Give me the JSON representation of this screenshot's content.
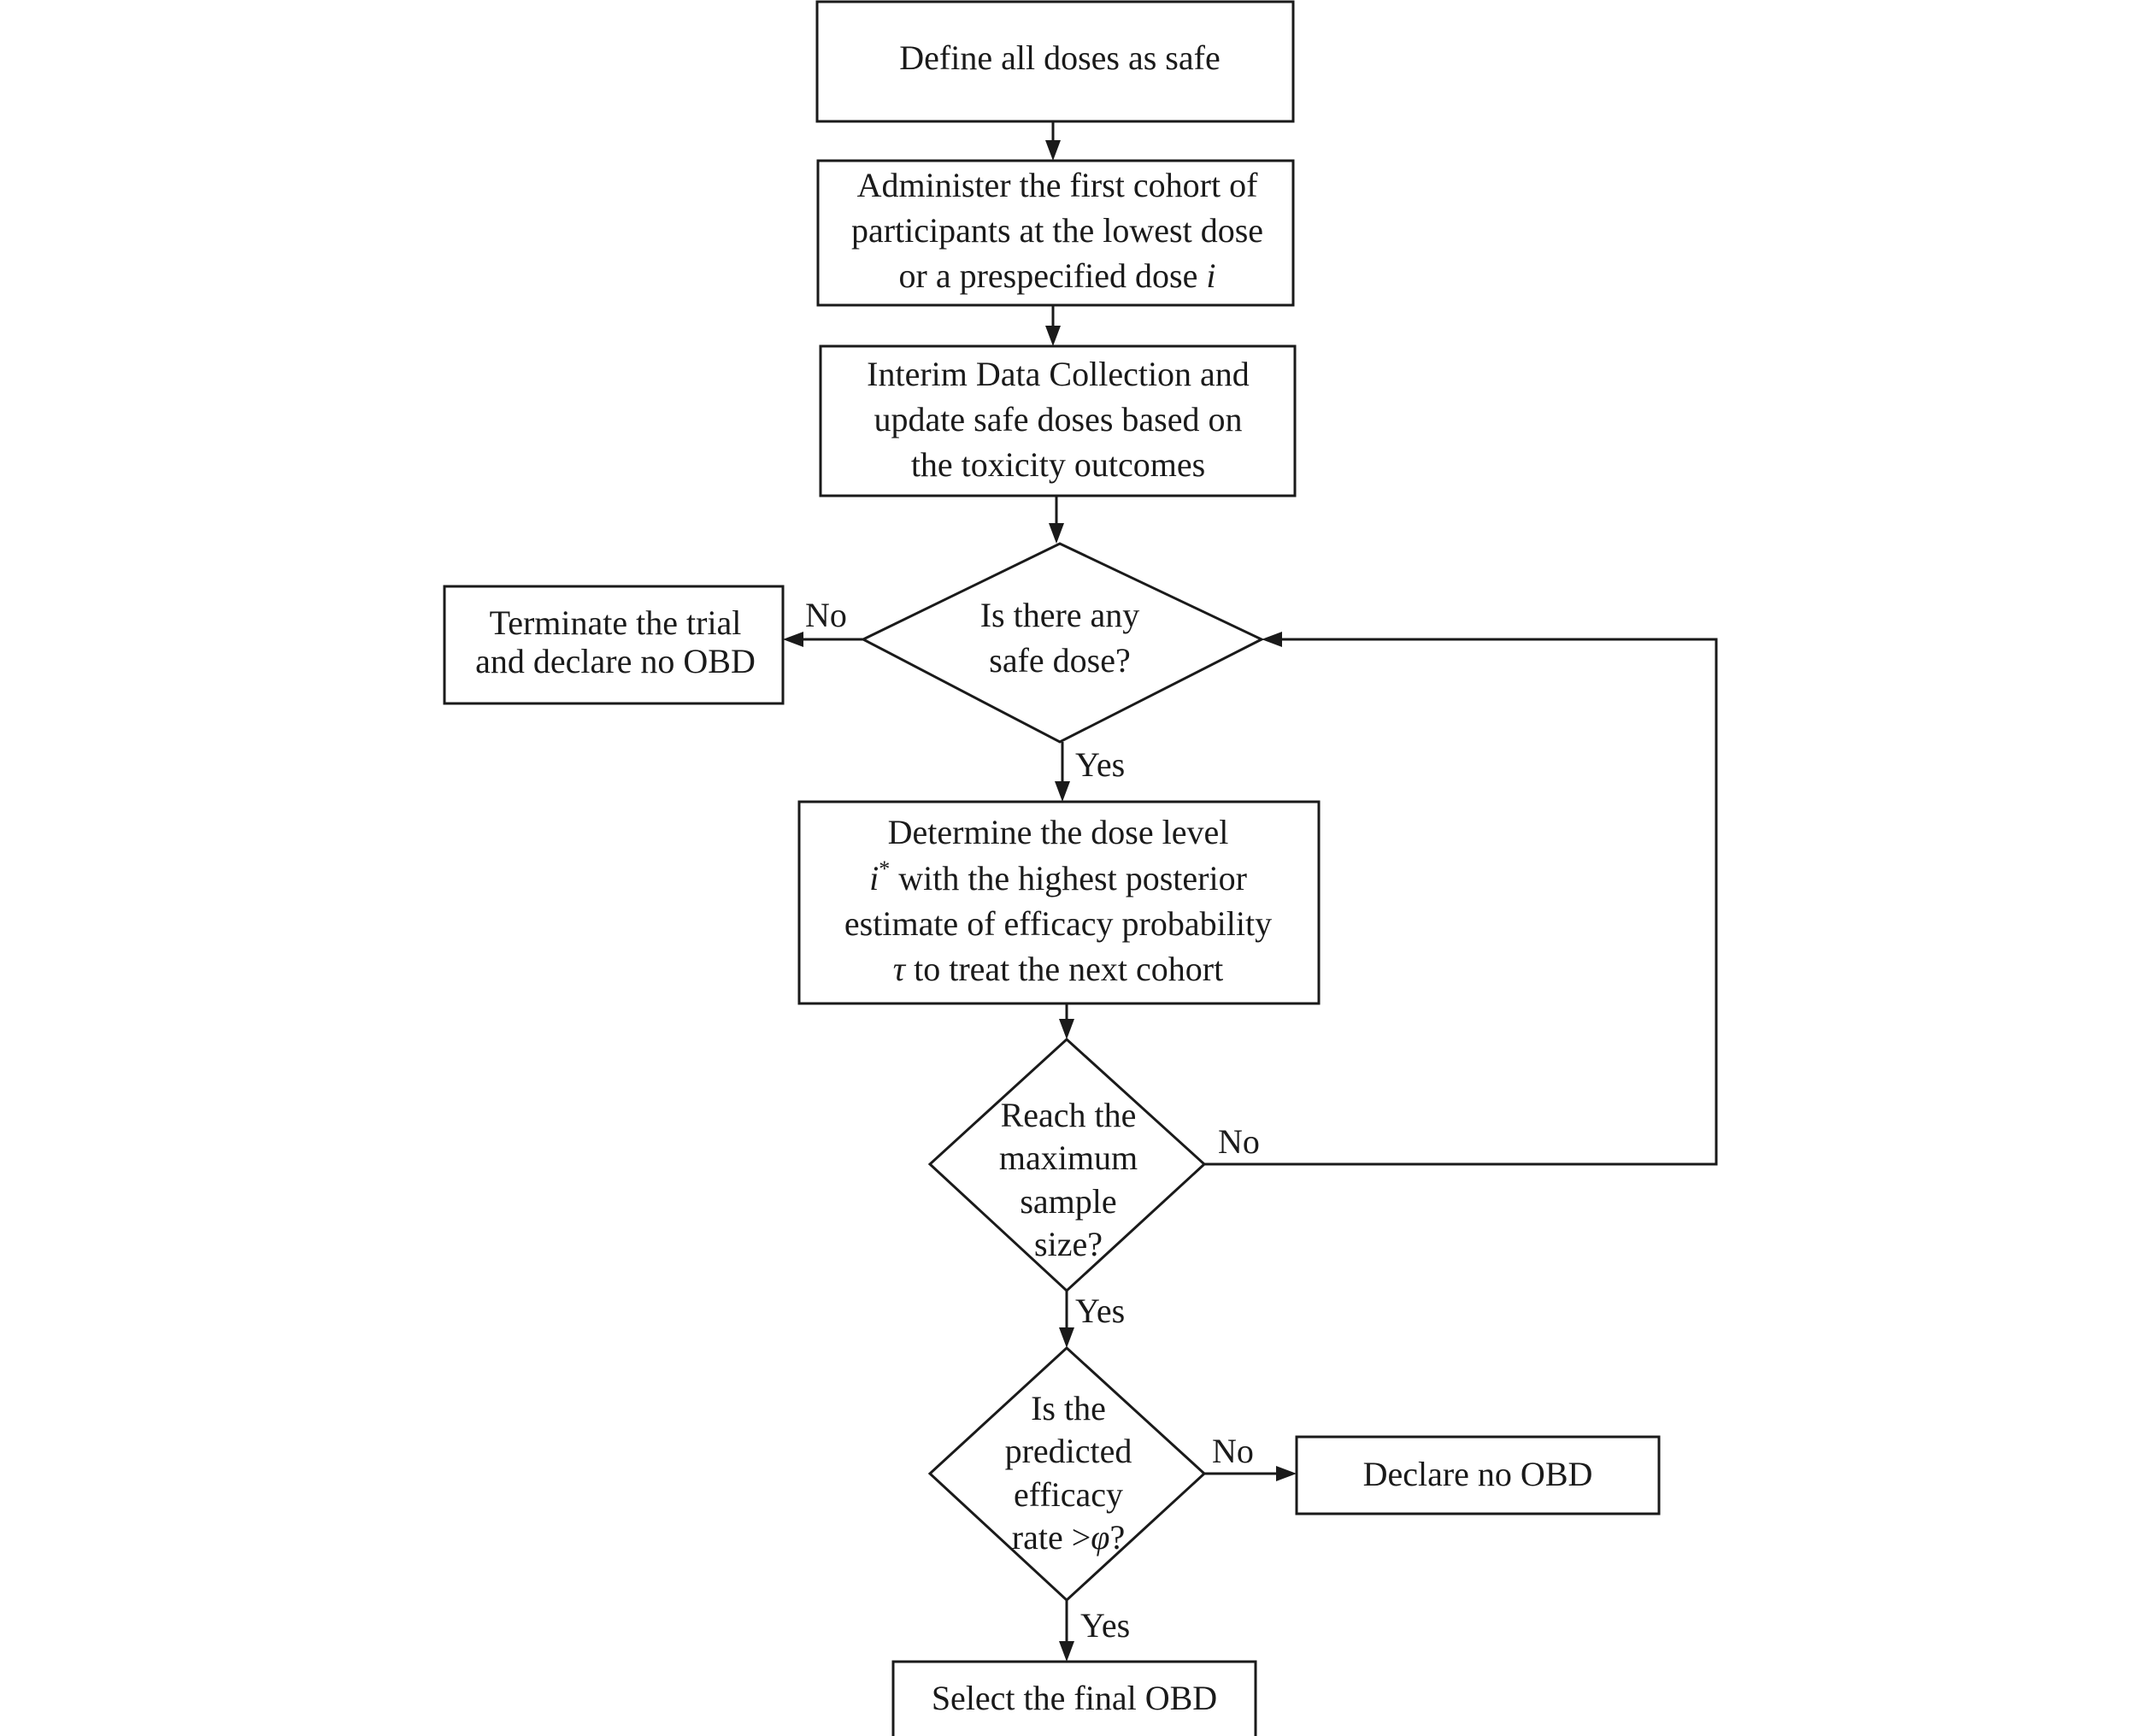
{
  "nodes": {
    "define": {
      "lines": [
        "Define all doses as safe"
      ]
    },
    "administer": {
      "lines": [
        "Administer the first cohort of",
        "participants at the lowest dose",
        "or a prespecified dose "
      ],
      "italic_tail": "i"
    },
    "interim": {
      "lines": [
        "Interim Data Collection and",
        "update safe doses based on",
        "the toxicity outcomes"
      ]
    },
    "safe_dose": {
      "lines": [
        "Is there any",
        "safe dose?"
      ]
    },
    "terminate": {
      "lines": [
        "Terminate the trial",
        "and declare no OBD"
      ]
    },
    "determine": {
      "line1": "Determine the dose level",
      "line2_symbol": "i",
      "line2_sup": "*",
      "line2_rest": " with the highest posterior",
      "line3": "estimate of efficacy probability",
      "line4_symbol": "τ",
      "line4_rest": " to treat the next cohort"
    },
    "max_sample": {
      "lines": [
        "Reach the",
        "maximum",
        "sample",
        "size?"
      ]
    },
    "predicted": {
      "lines": [
        "Is the",
        "predicted",
        "efficacy"
      ],
      "last_prefix": "rate >",
      "last_symbol": "φ",
      "last_suffix": "?"
    },
    "declare_no_obd": {
      "lines": [
        "Declare no OBD"
      ]
    },
    "select_final": {
      "lines": [
        "Select the final OBD"
      ]
    }
  },
  "edge_labels": {
    "safe_no": "No",
    "safe_yes": "Yes",
    "max_no": "No",
    "max_yes": "Yes",
    "pred_no": "No",
    "pred_yes": "Yes"
  }
}
